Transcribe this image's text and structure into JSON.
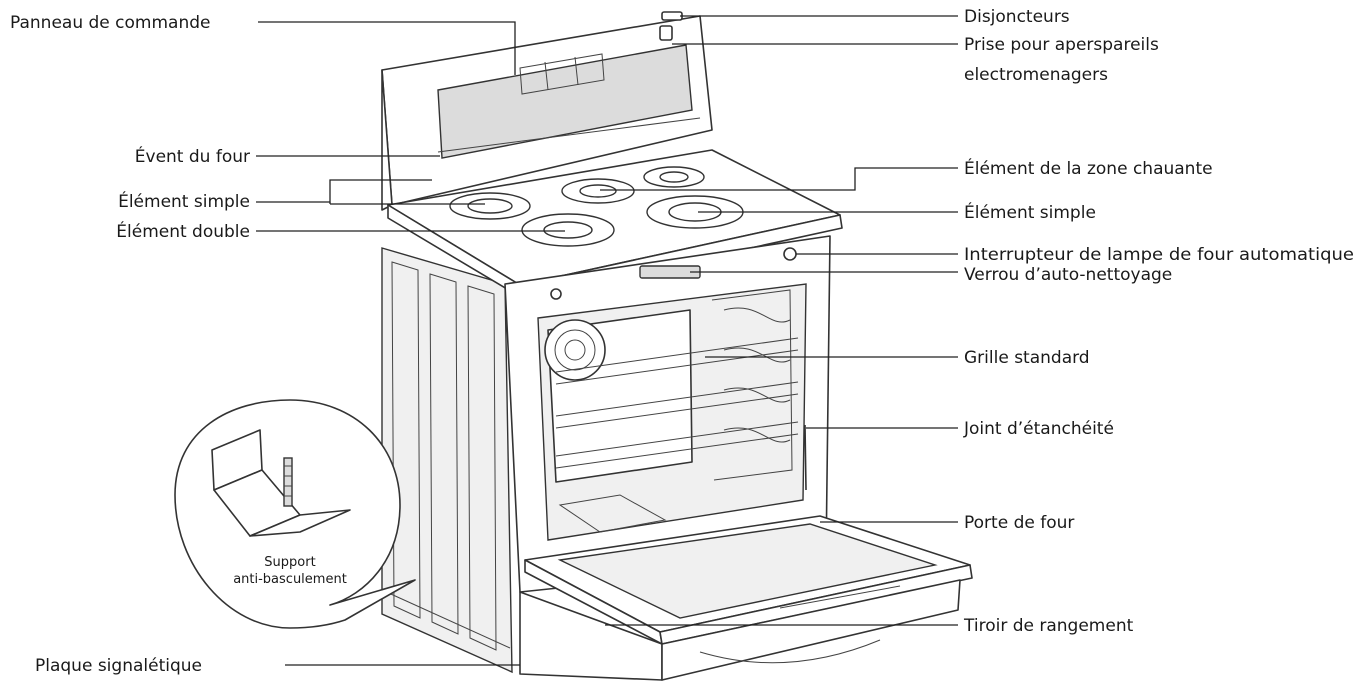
{
  "labels": {
    "control_panel": "Panneau de commande",
    "oven_vent": "Évent du four",
    "single_element_left": "Élément simple",
    "double_element": "Élément double",
    "rating_plate": "Plaque signalétique",
    "circuit_breakers": "Disjoncteurs",
    "appliance_outlet_line1": "Prise pour aperspareils",
    "appliance_outlet_line2": "electromenagers",
    "warming_zone_element": "Élément de la zone chauante",
    "single_element_right": "Élément simple",
    "oven_light_switch": "Interrupteur de lampe de four automatique",
    "self_clean_lock": "Verrou d’auto-nettoyage",
    "standard_rack": "Grille standard",
    "gasket": "Joint d’étanchéité",
    "oven_door": "Porte de four",
    "storage_drawer": "Tiroir de rangement"
  },
  "inset": {
    "line1": "Support",
    "line2": "anti-basculement"
  }
}
